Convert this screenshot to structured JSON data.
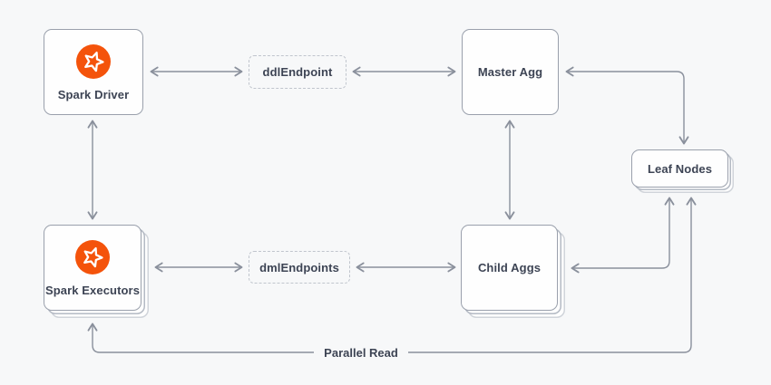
{
  "theme": {
    "background": "#f7f8f9",
    "card_fill": "#fefefe",
    "card_border": "#9aa0ac",
    "dashed_border": "#c0c5cd",
    "arrow_color": "#8a909c",
    "text_color": "#3d4454",
    "logo_orange": "#f4530b"
  },
  "nodes": {
    "spark_driver": {
      "label": "Spark Driver",
      "icon": "spark-logo",
      "style": "card"
    },
    "spark_executors": {
      "label": "Spark Executors",
      "icon": "spark-logo",
      "style": "stacked-card"
    },
    "ddl_endpoint": {
      "label": "ddlEndpoint",
      "style": "dashed"
    },
    "dml_endpoints": {
      "label": "dmlEndpoints",
      "style": "dashed"
    },
    "master_agg": {
      "label": "Master Agg",
      "style": "card"
    },
    "child_aggs": {
      "label": "Child Aggs",
      "style": "stacked-card"
    },
    "leaf_nodes": {
      "label": "Leaf Nodes",
      "style": "stacked-card"
    }
  },
  "edges": [
    {
      "from": "spark_driver",
      "to": "ddl_endpoint",
      "bidirectional": true
    },
    {
      "from": "ddl_endpoint",
      "to": "master_agg",
      "bidirectional": true
    },
    {
      "from": "spark_driver",
      "to": "spark_executors",
      "bidirectional": true
    },
    {
      "from": "spark_executors",
      "to": "dml_endpoints",
      "bidirectional": true
    },
    {
      "from": "dml_endpoints",
      "to": "child_aggs",
      "bidirectional": true
    },
    {
      "from": "master_agg",
      "to": "child_aggs",
      "bidirectional": true
    },
    {
      "from": "master_agg",
      "to": "leaf_nodes",
      "bidirectional": true
    },
    {
      "from": "child_aggs",
      "to": "leaf_nodes",
      "bidirectional": true
    },
    {
      "from": "spark_executors",
      "to": "leaf_nodes",
      "bidirectional": true,
      "label": "Parallel Read"
    }
  ],
  "labels": {
    "parallel_read": "Parallel Read"
  }
}
